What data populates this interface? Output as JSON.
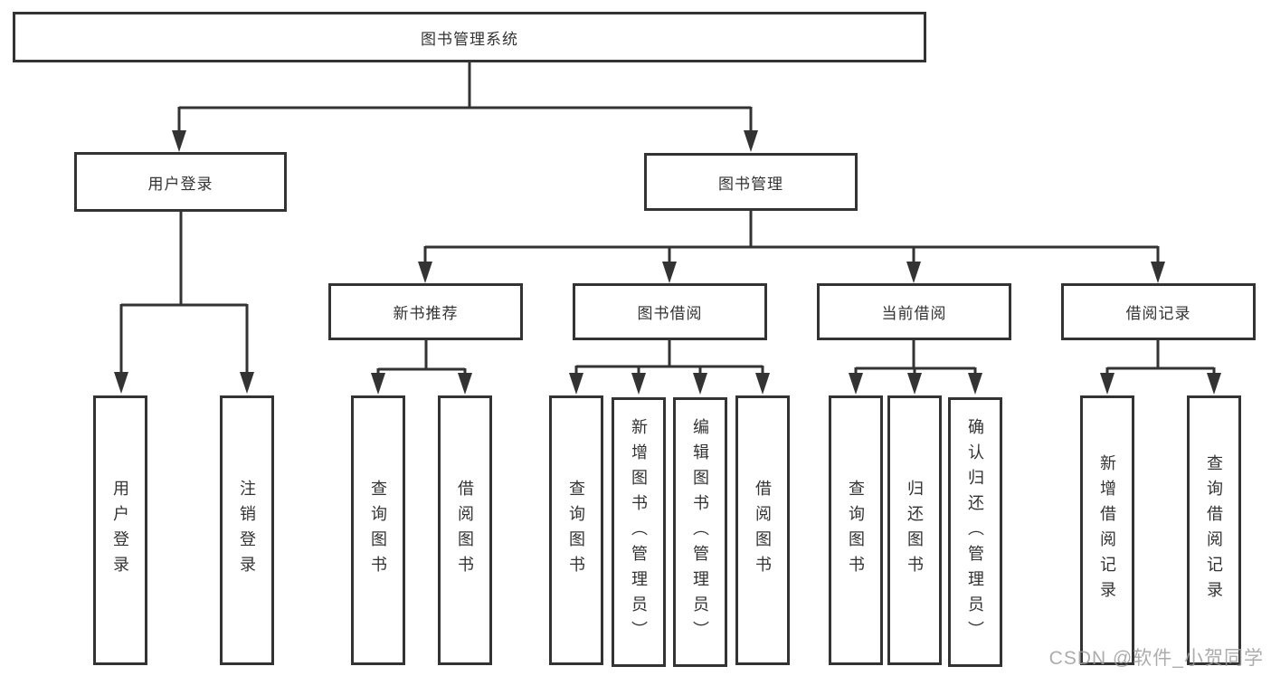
{
  "diagram": {
    "watermark": "CSDN @软件_小贺同学",
    "colors": {
      "line": "#333333",
      "box_background": "#ffffff",
      "watermark_text": "#9e9e9e"
    },
    "tree": {
      "root": {
        "label": "图书管理系统"
      },
      "branches": [
        {
          "label": "用户登录",
          "children": [
            {
              "label": "用户登录"
            },
            {
              "label": "注销登录"
            }
          ]
        },
        {
          "label": "图书管理",
          "groups": [
            {
              "label": "新书推荐",
              "children": [
                {
                  "label": "查询图书"
                },
                {
                  "label": "借阅图书"
                }
              ]
            },
            {
              "label": "图书借阅",
              "children": [
                {
                  "label": "查询图书"
                },
                {
                  "label": "新增图书（管理员）"
                },
                {
                  "label": "编辑图书（管理员）"
                },
                {
                  "label": "借阅图书"
                }
              ]
            },
            {
              "label": "当前借阅",
              "children": [
                {
                  "label": "查询图书"
                },
                {
                  "label": "归还图书"
                },
                {
                  "label": "确认归还（管理员）"
                }
              ]
            },
            {
              "label": "借阅记录",
              "children": [
                {
                  "label": "新增借阅记录"
                },
                {
                  "label": "查询借阅记录"
                }
              ]
            }
          ]
        }
      ]
    }
  }
}
